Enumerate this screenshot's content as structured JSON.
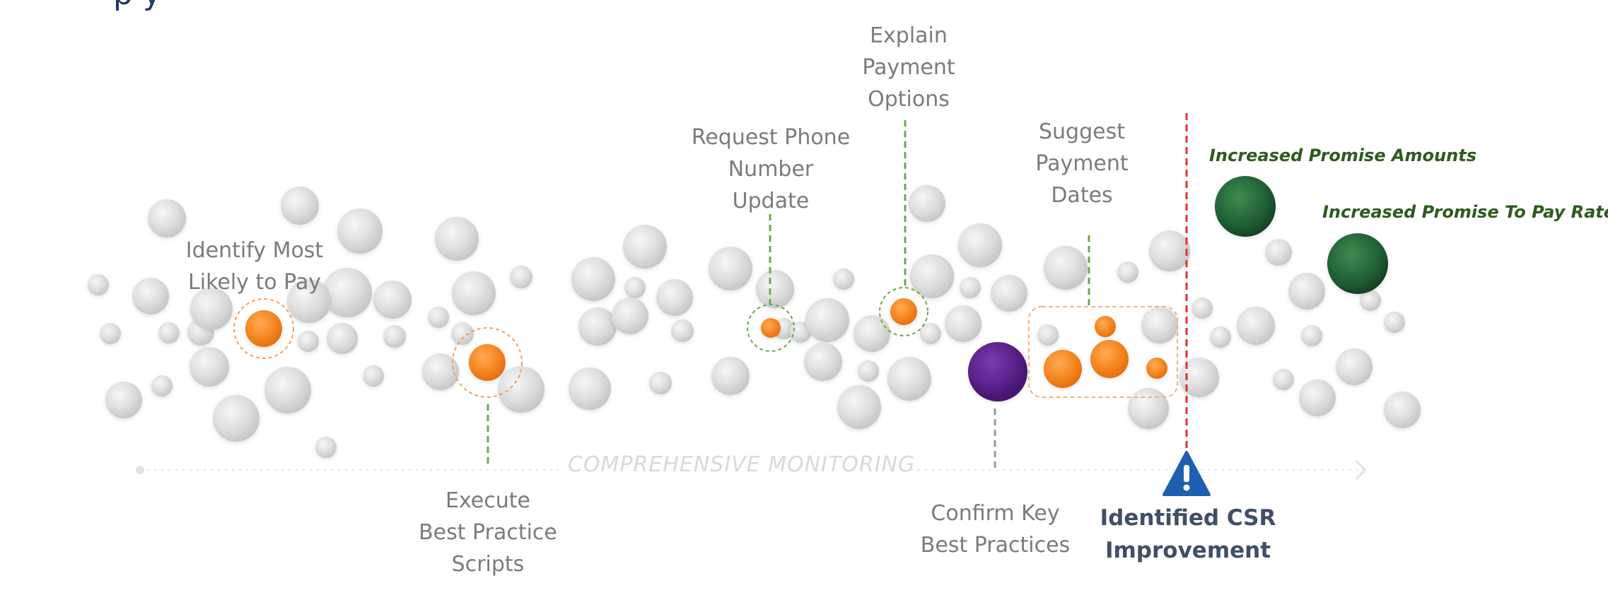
{
  "title_fragment": "p                              y",
  "axis_label": "COMPREHENSIVE MONITORING",
  "colors": {
    "background_bubble": "#d9d9d9",
    "orange": "#f5841f",
    "purple": "#5c1d8f",
    "dark_green": "#1e5b32",
    "green_dash": "#6aa84f",
    "red_dash": "#e03030",
    "gray_dash": "#9a9a9a",
    "warning_blue": "#1f5fb0",
    "label_gray": "#7b7b7b",
    "outcome_green": "#2e5b1e",
    "csr_navy": "#3f4f66"
  },
  "steps": [
    {
      "id": "identify",
      "label": "Identify Most\nLikely to Pay"
    },
    {
      "id": "execute",
      "label": "Execute\nBest Practice\nScripts"
    },
    {
      "id": "request",
      "label": "Request Phone\nNumber\nUpdate"
    },
    {
      "id": "explain",
      "label": "Explain\nPayment\nOptions"
    },
    {
      "id": "suggest",
      "label": "Suggest\nPayment\nDates"
    },
    {
      "id": "confirm",
      "label": "Confirm Key\nBest Practices"
    }
  ],
  "csr_marker": {
    "label": "Identified CSR\nImprovement",
    "icon": "warning-triangle-icon"
  },
  "outcomes": [
    {
      "id": "promise-amounts",
      "label": "Increased Promise Amounts"
    },
    {
      "id": "promise-rates",
      "label": "Increased Promise To Pay Rates"
    }
  ]
}
